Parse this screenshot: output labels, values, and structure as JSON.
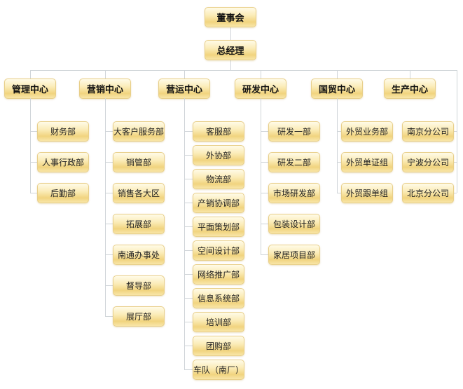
{
  "board": "董事会",
  "general_manager": "总经理",
  "centers": [
    {
      "label": "管理中心",
      "departments": [
        "财务部",
        "人事行政部",
        "后勤部"
      ]
    },
    {
      "label": "营销中心",
      "departments": [
        "大客户服务部",
        "销管部",
        "销售各大区",
        "拓展部",
        "南通办事处",
        "督导部",
        "展厅部"
      ]
    },
    {
      "label": "营运中心",
      "departments": [
        "客服部",
        "外协部",
        "物流部",
        "产销协调部",
        "平面策划部",
        "空间设计部",
        "网络推广部",
        "信息系统部",
        "培训部",
        "团购部",
        "车队（南厂）"
      ]
    },
    {
      "label": "研发中心",
      "departments": [
        "研发一部",
        "研发二部",
        "市场研发部",
        "包装设计部",
        "家居项目部"
      ]
    },
    {
      "label": "国贸中心",
      "departments": [
        "外贸业务部",
        "外贸单证组",
        "外贸跟单组"
      ]
    },
    {
      "label": "生产中心",
      "departments": [
        "南京分公司",
        "宁波分公司",
        "北京分公司"
      ]
    }
  ]
}
